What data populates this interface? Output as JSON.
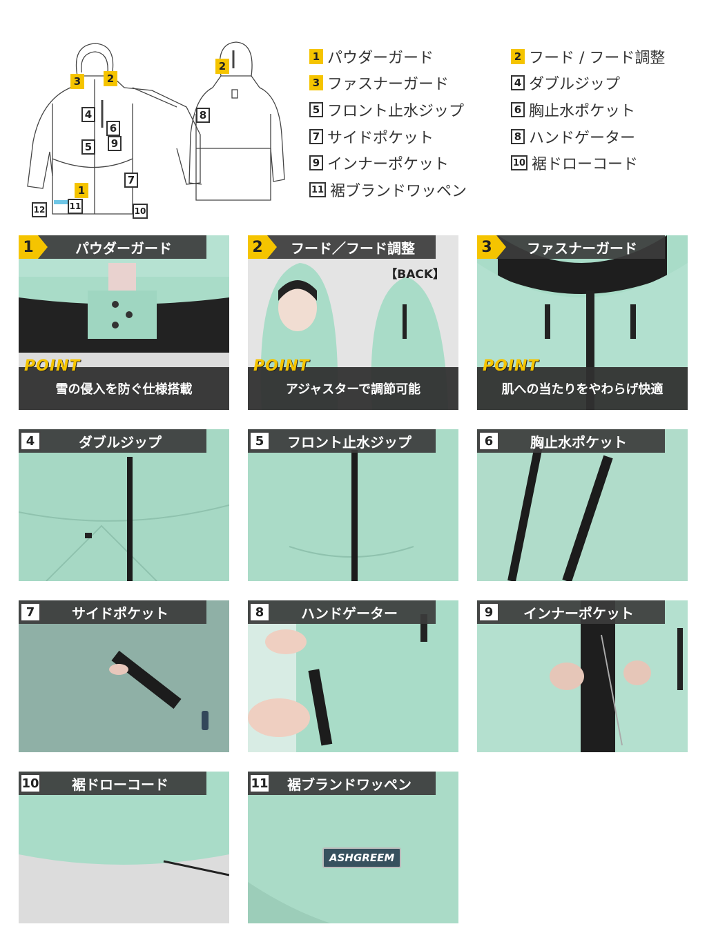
{
  "diagram": {
    "front_markers": [
      "1",
      "2",
      "3",
      "4",
      "5",
      "6",
      "7",
      "9",
      "10",
      "11",
      "12"
    ],
    "back_markers": [
      "2",
      "8"
    ]
  },
  "legend": [
    {
      "num": "1",
      "label": "パウダーガード",
      "style": "yellow"
    },
    {
      "num": "2",
      "label": "フード / フード調整",
      "style": "yellow"
    },
    {
      "num": "3",
      "label": "ファスナーガード",
      "style": "yellow"
    },
    {
      "num": "4",
      "label": "ダブルジップ",
      "style": "outline"
    },
    {
      "num": "5",
      "label": "フロント止水ジップ",
      "style": "outline"
    },
    {
      "num": "6",
      "label": "胸止水ポケット",
      "style": "outline"
    },
    {
      "num": "7",
      "label": "サイドポケット",
      "style": "outline"
    },
    {
      "num": "8",
      "label": "ハンドゲーター",
      "style": "outline"
    },
    {
      "num": "9",
      "label": "インナーポケット",
      "style": "outline"
    },
    {
      "num": "10",
      "label": "裾ドローコード",
      "style": "outline"
    },
    {
      "num": "11",
      "label": "裾ブランドワッペン",
      "style": "outline"
    }
  ],
  "panels": [
    {
      "num": "1",
      "title": "パウダーガード",
      "point": "POINT",
      "desc": "雪の侵入を防ぐ仕様搭載"
    },
    {
      "num": "2",
      "title": "フード／フード調整",
      "point": "POINT",
      "desc": "アジャスターで調節可能",
      "back_label": "【BACK】"
    },
    {
      "num": "3",
      "title": "ファスナーガード",
      "point": "POINT",
      "desc": "肌への当たりをやわらげ快適"
    },
    {
      "num": "4",
      "title": "ダブルジップ"
    },
    {
      "num": "5",
      "title": "フロント止水ジップ"
    },
    {
      "num": "6",
      "title": "胸止水ポケット"
    },
    {
      "num": "7",
      "title": "サイドポケット"
    },
    {
      "num": "8",
      "title": "ハンドゲーター"
    },
    {
      "num": "9",
      "title": "インナーポケット"
    },
    {
      "num": "10",
      "title": "裾ドローコード"
    },
    {
      "num": "11",
      "title": "裾ブランドワッペン",
      "logo": "ASHGREEM"
    }
  ],
  "colors": {
    "accent": "#f5c400",
    "mint": "#a9dcc8",
    "dark": "#333333"
  }
}
